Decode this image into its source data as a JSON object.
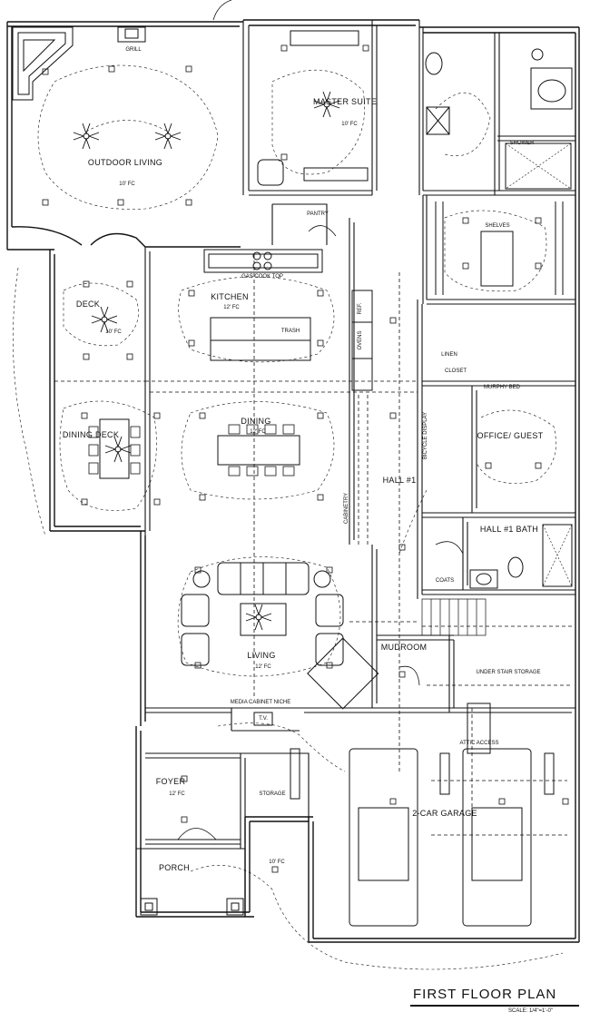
{
  "title": "FIRST FLOOR PLAN",
  "scale": "SCALE: 1/4\"=1'-0\"",
  "rooms": {
    "outdoor_living": "OUTDOOR LIVING",
    "master_suite": "MASTER SUITE",
    "pantry": "PANTRY",
    "kitchen": "KITCHEN",
    "deck": "DECK",
    "dining_deck": "DINING DECK",
    "dining": "DINING",
    "hall1": "HALL #1",
    "office": "OFFICE/ GUEST",
    "hall1_bath": "HALL #1 BATH",
    "living": "LIVING",
    "mudroom": "MUDROOM",
    "foyer": "FOYER",
    "porch": "PORCH",
    "garage": "2-CAR GARAGE",
    "storage": "STORAGE",
    "under_stair": "UNDER STAIR STORAGE",
    "shower": "SHOWER",
    "shelves": "SHELVES",
    "linen": "LINEN",
    "closet": "CLOSET",
    "coats": "COATS",
    "murphy_bed": "MURPHY BED",
    "media": "MEDIA CABINET NICHE",
    "attic": "ATTIC ACCESS",
    "grill": "GRILL",
    "cooktop": "GAS COOK TOP",
    "trash": "TRASH",
    "ovens": "OVENS",
    "ref": "REF.",
    "cabinetry": "CABINETRY",
    "bicycle": "BICYCLE DISPLAY",
    "tv": "T.V."
  },
  "ceilings": {
    "c10": "10' FC",
    "c12": "12' FC"
  }
}
